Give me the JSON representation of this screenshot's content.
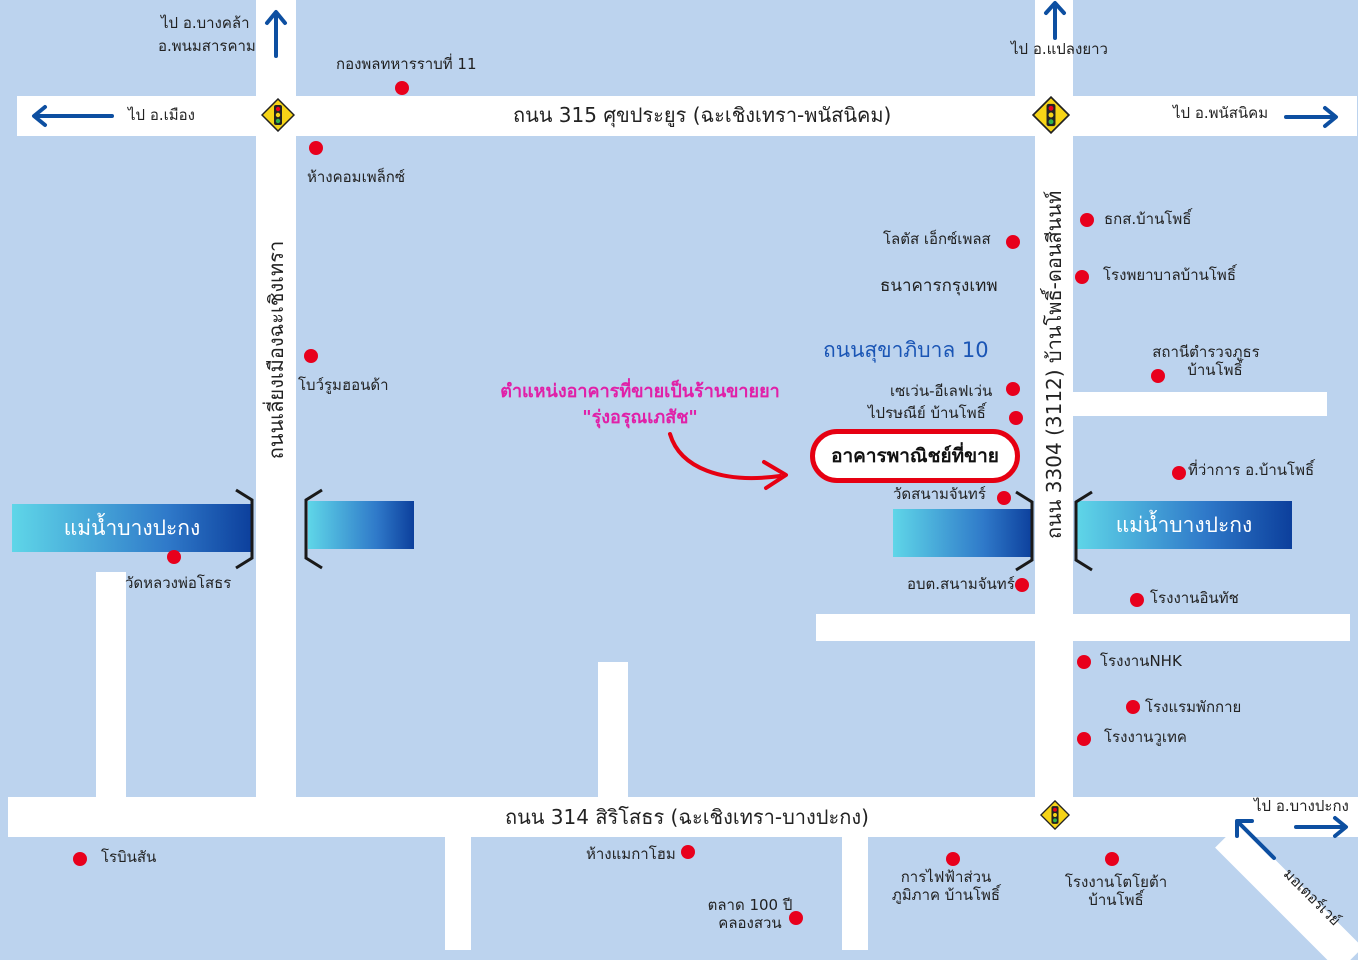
{
  "colors": {
    "background": "#bcd3ee",
    "road": "#ffffff",
    "poi": "#e8001c",
    "arrow": "#0d4fa1",
    "highlight": "#e020a8",
    "box_border": "#e60012",
    "soi_label": "#1a55b5"
  },
  "roads": {
    "road_315": "ถนน 315 ศุขประยูร (ฉะเชิงเทรา-พนัสนิคม)",
    "road_314": "ถนน 314 สิริโสธร (ฉะเชิงเทรา-บางปะกง)",
    "road_3304": "ถนน 3304 (3112) บ้านโพธิ์-ดอนสีนนท์",
    "bypass": "ถนนเลี่ยงเมืองฉะเชิงเทรา",
    "soi": "ถนนสุขาภิบาล 10",
    "motorway": "มอเตอร์เวย์"
  },
  "directions": {
    "north_left": [
      "ไป อ.บางคล้า",
      "อ.พนมสารคาม"
    ],
    "west": "ไป อ.เมือง",
    "north_right": "ไป อ.แปลงยาว",
    "east": "ไป อ.พนัสนิคม",
    "south_east": "ไป อ.บางปะกง"
  },
  "river": {
    "left_label": "แม่น้ำบางปะกง",
    "right_label": "แม่น้ำบางปะกง"
  },
  "highlight": {
    "line1": "ตำแหน่งอาคารที่ขายเป็นร้านขายยา",
    "line2": "\"รุ่งอรุณเภสัช\"",
    "building": "อาคารพาณิชย์ที่ขาย"
  },
  "places": {
    "army": "กองพลทหารราบที่ 11",
    "complex": "ห้างคอมเพล็กซ์",
    "bowl": "โบว์รูมฮอนด้า",
    "wat_luang": "วัดหลวงพ่อโสธร",
    "robinson": "โรบินสัน",
    "makro": "ห้างแมกาโฮม",
    "market": [
      "ตลาด 100 ปี",
      "คลองสวน"
    ],
    "pea": [
      "การไฟฟ้าส่วน",
      "ภูมิภาค บ้านโพธิ์"
    ],
    "toyota": [
      "โรงงานโตโยต้า",
      "บ้านโพธิ์"
    ],
    "lotus": "โลตัส เอ็กซ์เพลส",
    "bangkok_bank": "ธนาคารกรุงเทพ",
    "seven": "เซเว่น-อีเลฟเว่น",
    "post": "ไปรษณีย์ บ้านโพธิ์",
    "wat_sanam": "วัดสนามจันทร์",
    "obt": "อบต.สนามจันทร์",
    "baac": "ธกส.บ้านโพธิ์",
    "hospital": "โรงพยาบาลบ้านโพธิ์",
    "police": [
      "สถานีตำรวจภูธร",
      "บ้านโพธิ์"
    ],
    "district_office": "ที่ว่าการ อ.บ้านโพธิ์",
    "inthai": "โรงงานอินทัช",
    "nhk": "โรงงานNHK",
    "hotel": "โรงแรมพักกาย",
    "wutech": "โรงงานวูเทค"
  },
  "icons": {
    "traffic_light": "traffic-light-icon",
    "arrow": "arrow-icon",
    "poi": "map-pin-dot-icon"
  }
}
